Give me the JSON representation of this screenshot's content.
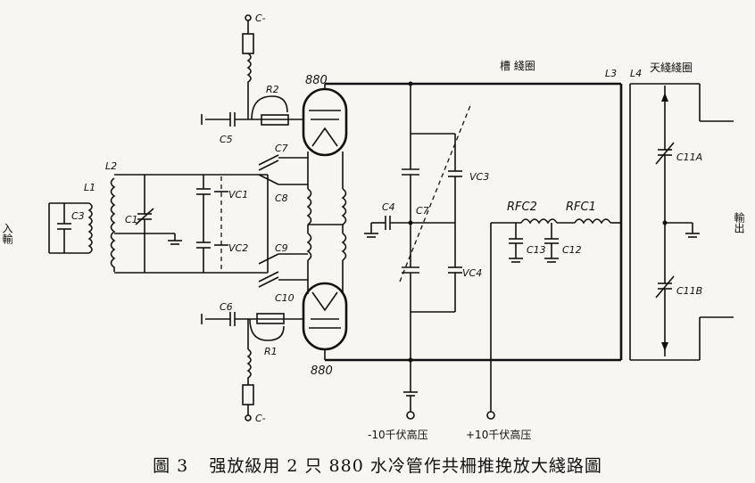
{
  "caption": {
    "figure_no": "圖 3",
    "title": "强放級用 2 只 880 水冷管作共柵推挽放大綫路圖"
  },
  "labels": {
    "c_minus_top": "C-",
    "c_minus_bottom": "C-",
    "r2": "R2",
    "r1": "R1",
    "c5": "C5",
    "c6": "C6",
    "c7": "C7",
    "c8": "C8",
    "c9": "C9",
    "c10": "C10",
    "vc1": "VC1",
    "vc2": "VC2",
    "vc3": "VC3",
    "vc4": "VC4",
    "c4": "C4",
    "c_tank": "C7",
    "c1": "C1",
    "c3": "C3",
    "l1": "L1",
    "l2": "L2",
    "l3": "L3",
    "l4": "L4",
    "tube_top": "880",
    "tube_bottom": "880",
    "tank_coil": "槽 綫圈",
    "antenna_coil": "天綫綫圈",
    "rfc2": "RFC2",
    "rfc1": "RFC1",
    "c13": "C13",
    "c12": "C12",
    "c11a": "C11A",
    "c11b": "C11B",
    "input": "入輸",
    "output": "輸出",
    "hv_minus": "-10千伏高压",
    "hv_plus": "+10千伏高压"
  }
}
